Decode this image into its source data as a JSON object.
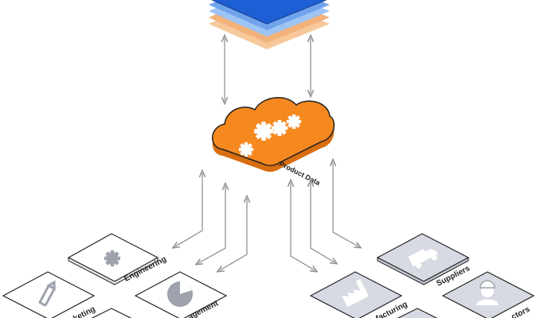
{
  "hub": {
    "label": "Product Data",
    "cloud_color": "#f5891f",
    "cloud_shadow": "#d86e12",
    "gear_color": "#ffffff"
  },
  "top_stack": {
    "layer_colors": [
      "#f7c89a",
      "#f3b27a",
      "#9ec4f3",
      "#6fa4ec",
      "#1f5fd6"
    ]
  },
  "left_tiles": [
    {
      "label": "Engineering",
      "icon": "gear-icon"
    },
    {
      "label": "keting",
      "icon": "pencil-icon"
    },
    {
      "label": "agement",
      "icon": "pie-chart-icon"
    }
  ],
  "right_tiles": [
    {
      "label": "Suppliers",
      "icon": "truck-icon"
    },
    {
      "label": "facturing",
      "icon": "factory-icon"
    },
    {
      "label": "ctors",
      "icon": "worker-icon"
    }
  ],
  "colors": {
    "arrow": "#8a8a8a",
    "left_tile_face": "#ffffff",
    "right_tile_face": "#d7dae3",
    "icon": "#9ea2ad",
    "tile_border": "#222222"
  }
}
